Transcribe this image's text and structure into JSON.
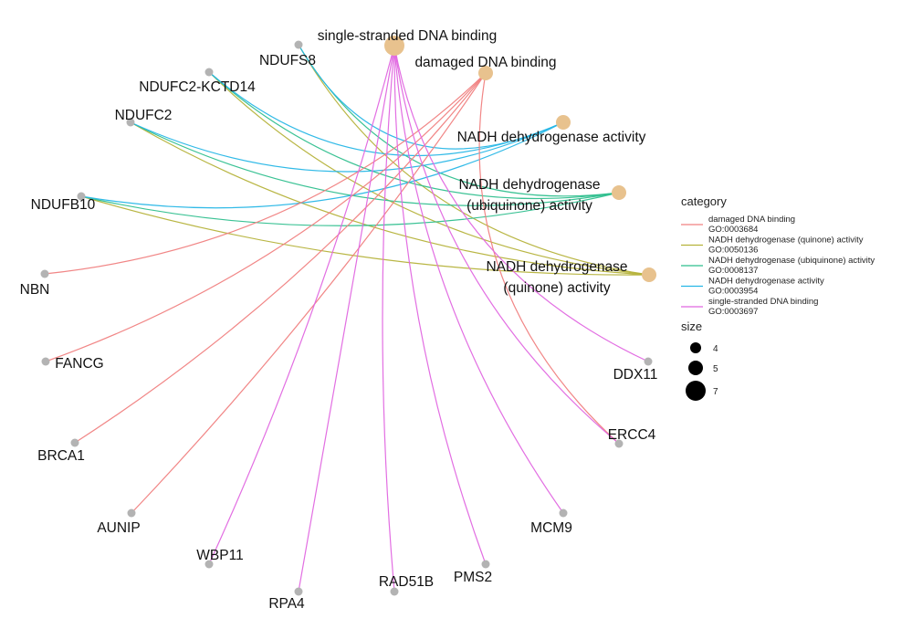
{
  "colors": {
    "node_gene": "#b3b3b3",
    "node_category": "#e8c28e",
    "damaged": "#f08080",
    "quinone": "#b5b23a",
    "ubiquinone": "#2fbf8e",
    "dehydrogenase": "#26b6e6",
    "single_stranded": "#e066e0"
  },
  "legend": {
    "category_title": "category",
    "categories": [
      {
        "key": "damaged",
        "line1": "damaged DNA binding",
        "line2": "GO:0003684"
      },
      {
        "key": "quinone",
        "line1": "NADH dehydrogenase (quinone) activity",
        "line2": "GO:0050136"
      },
      {
        "key": "ubiquinone",
        "line1": "NADH dehydrogenase (ubiquinone) activity",
        "line2": "GO:0008137"
      },
      {
        "key": "dehydrogenase",
        "line1": "NADH dehydrogenase activity",
        "line2": "GO:0003954"
      },
      {
        "key": "single_stranded",
        "line1": "single-stranded DNA binding",
        "line2": "GO:0003697"
      }
    ],
    "size_title": "size",
    "sizes": [
      {
        "label": "4",
        "value": 4
      },
      {
        "label": "5",
        "value": 5
      },
      {
        "label": "7",
        "value": 7
      }
    ]
  },
  "categories": [
    {
      "id": "ssdna",
      "label_lines": [
        "single-stranded DNA binding"
      ],
      "size": 7
    },
    {
      "id": "damaged",
      "label_lines": [
        "damaged DNA binding"
      ],
      "size": 5
    },
    {
      "id": "dehydrogenase",
      "label_lines": [
        "NADH dehydrogenase activity"
      ],
      "size": 5
    },
    {
      "id": "ubiquinone",
      "label_lines": [
        "NADH dehydrogenase",
        "(ubiquinone) activity"
      ],
      "size": 5
    },
    {
      "id": "quinone",
      "label_lines": [
        "NADH dehydrogenase",
        "(quinone) activity"
      ],
      "size": 5
    }
  ],
  "genes": [
    {
      "id": "NDUFS8",
      "label": "NDUFS8"
    },
    {
      "id": "NDUFC2-KCTD14",
      "label": "NDUFC2-KCTD14"
    },
    {
      "id": "NDUFC2",
      "label": "NDUFC2"
    },
    {
      "id": "NDUFB10",
      "label": "NDUFB10"
    },
    {
      "id": "NBN",
      "label": "NBN"
    },
    {
      "id": "FANCG",
      "label": "FANCG"
    },
    {
      "id": "BRCA1",
      "label": "BRCA1"
    },
    {
      "id": "AUNIP",
      "label": "AUNIP"
    },
    {
      "id": "WBP11",
      "label": "WBP11"
    },
    {
      "id": "RPA4",
      "label": "RPA4"
    },
    {
      "id": "RAD51B",
      "label": "RAD51B"
    },
    {
      "id": "PMS2",
      "label": "PMS2"
    },
    {
      "id": "MCM9",
      "label": "MCM9"
    },
    {
      "id": "ERCC4",
      "label": "ERCC4"
    },
    {
      "id": "DDX11",
      "label": "DDX11"
    }
  ],
  "edges": [
    {
      "from": "NDUFS8",
      "to": "quinone",
      "cat": "quinone"
    },
    {
      "from": "NDUFS8",
      "to": "ubiquinone",
      "cat": "ubiquinone"
    },
    {
      "from": "NDUFS8",
      "to": "dehydrogenase",
      "cat": "dehydrogenase"
    },
    {
      "from": "NDUFC2-KCTD14",
      "to": "quinone",
      "cat": "quinone"
    },
    {
      "from": "NDUFC2-KCTD14",
      "to": "ubiquinone",
      "cat": "ubiquinone"
    },
    {
      "from": "NDUFC2-KCTD14",
      "to": "dehydrogenase",
      "cat": "dehydrogenase"
    },
    {
      "from": "NDUFC2",
      "to": "quinone",
      "cat": "quinone"
    },
    {
      "from": "NDUFC2",
      "to": "ubiquinone",
      "cat": "ubiquinone"
    },
    {
      "from": "NDUFC2",
      "to": "dehydrogenase",
      "cat": "dehydrogenase"
    },
    {
      "from": "NDUFB10",
      "to": "quinone",
      "cat": "quinone"
    },
    {
      "from": "NDUFB10",
      "to": "ubiquinone",
      "cat": "ubiquinone"
    },
    {
      "from": "NDUFB10",
      "to": "dehydrogenase",
      "cat": "dehydrogenase"
    },
    {
      "from": "NBN",
      "to": "damaged",
      "cat": "damaged"
    },
    {
      "from": "FANCG",
      "to": "damaged",
      "cat": "damaged"
    },
    {
      "from": "BRCA1",
      "to": "damaged",
      "cat": "damaged"
    },
    {
      "from": "AUNIP",
      "to": "damaged",
      "cat": "damaged"
    },
    {
      "from": "ERCC4",
      "to": "damaged",
      "cat": "damaged"
    },
    {
      "from": "WBP11",
      "to": "ssdna",
      "cat": "single_stranded"
    },
    {
      "from": "RPA4",
      "to": "ssdna",
      "cat": "single_stranded"
    },
    {
      "from": "RAD51B",
      "to": "ssdna",
      "cat": "single_stranded"
    },
    {
      "from": "PMS2",
      "to": "ssdna",
      "cat": "single_stranded"
    },
    {
      "from": "MCM9",
      "to": "ssdna",
      "cat": "single_stranded"
    },
    {
      "from": "ERCC4",
      "to": "ssdna",
      "cat": "single_stranded"
    },
    {
      "from": "DDX11",
      "to": "ssdna",
      "cat": "single_stranded"
    }
  ]
}
